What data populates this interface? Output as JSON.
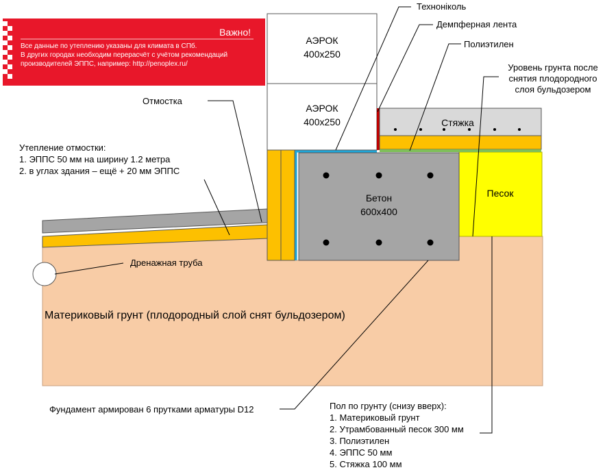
{
  "warning": {
    "title": "Важно!",
    "lines": [
      "Все данные по утеплению указаны для климата в СПб.",
      "В других городах необходим перерасчёт с учётом рекомендаций",
      "производителей ЭППС, например: http://penoplex.ru/"
    ]
  },
  "blocks": {
    "aerok_top_name": "АЭРОК",
    "aerok_top_size": "400x250",
    "aerok_mid_name": "АЭРОК",
    "aerok_mid_size": "400x250",
    "concrete_name": "Бетон",
    "concrete_size": "600x400",
    "screed": "Стяжка",
    "sand": "Песок"
  },
  "labels": {
    "technonikol": "Техноніколь",
    "damper": "Демпферная лента",
    "polyethylene": "Полиэтилен",
    "ground_level": [
      "Уровень грунта после",
      "снятия плодородного",
      "слоя бульдозером"
    ],
    "otmostka": "Отмостка",
    "insulation": [
      "Утепление отмостки:",
      "1. ЭППС 50 мм на ширину 1.2 метра",
      "2. в углах здания – ещё + 20 мм ЭППС"
    ],
    "drain": "Дренажная труба",
    "soil": "Материковый грунт (плодородный слой снят бульдозером)",
    "rebar": "Фундамент армирован 6 прутками арматуры D12",
    "floor": [
      "Пол по грунту (снизу вверх):",
      "1. Материковый грунт",
      "2. Утрамбованный песок 300 мм",
      "3. Полиэтилен",
      "4. ЭППС 50 мм",
      "5. Стяжка 100 мм"
    ]
  },
  "colors": {
    "warning_bg": "#e8172a",
    "soil": "#f8cca6",
    "epps": "#fdc000",
    "sand": "#ffff00",
    "concrete": "#a5a5a5",
    "screed": "#d9d9d9",
    "film": "#1ea7d9",
    "damper": "#c00000",
    "polyethylene": "#7fbf5a"
  }
}
